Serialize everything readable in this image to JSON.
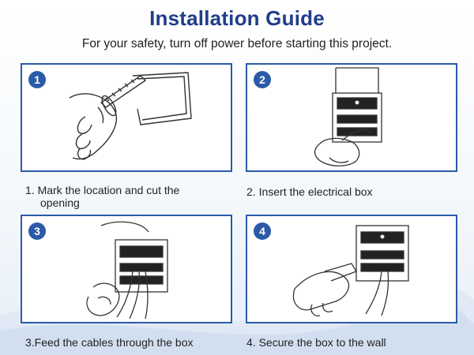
{
  "title": "Installation Guide",
  "subtitle": "For your safety, turn off power before starting this project.",
  "steps": [
    {
      "number": "1",
      "caption_line1": "1.  Mark the location and cut the",
      "caption_line2": "opening"
    },
    {
      "number": "2",
      "caption_line1": "2.  Insert the electrical box",
      "caption_line2": ""
    },
    {
      "number": "3",
      "caption_line1": "3.Feed the cables through the box",
      "caption_line2": ""
    },
    {
      "number": "4",
      "caption_line1": "4.  Secure the box to the wall",
      "caption_line2": ""
    }
  ],
  "colors": {
    "accent": "#2b5aa8",
    "title": "#1f3d8a"
  }
}
